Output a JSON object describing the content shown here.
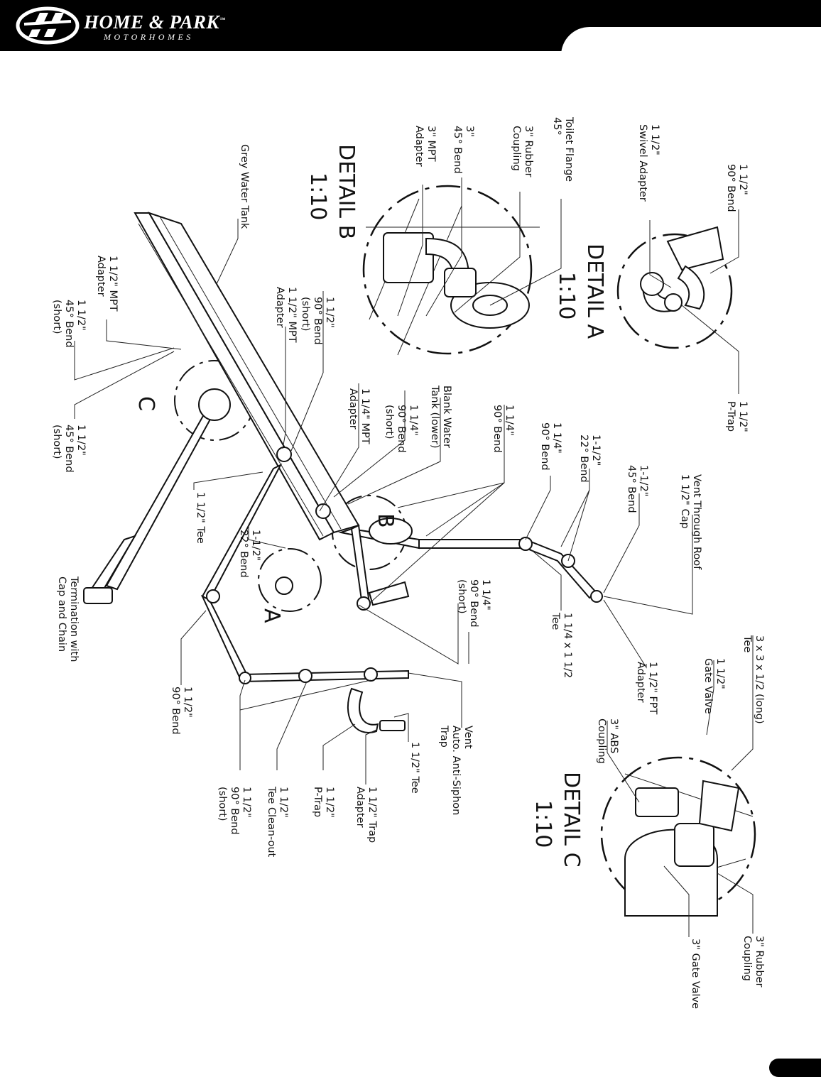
{
  "header": {
    "brand_title": "HOME & PARK",
    "brand_tm": "™",
    "brand_subtitle": "MOTORHOMES"
  },
  "details": {
    "a_title": "DETAIL A",
    "a_scale": "1:10",
    "b_title": "DETAIL B",
    "b_scale": "1:10",
    "c_title": "DETAIL C",
    "c_scale": "1:10",
    "marker_a": "A",
    "marker_b": "B",
    "marker_c": "C"
  },
  "labels": {
    "l01": [
      "1 1/2\"",
      "90° Bend"
    ],
    "l02": [
      "1 1/2\"",
      "Swivel Adapter"
    ],
    "l03": [
      "1 1/2\"",
      "P-Trap"
    ],
    "l04": [
      "Toilet Flange",
      "45°"
    ],
    "l05": [
      "3\" Rubber",
      "Coupling"
    ],
    "l06": [
      "3\"",
      "45° Bend"
    ],
    "l07": [
      "3\" MPT",
      "Adapter"
    ],
    "l08": [
      "Grey Water Tank"
    ],
    "l09": [
      "1 1/2\"",
      "90° Bend",
      "(short)"
    ],
    "l10": [
      "1 1/2\" MPT",
      "Adapter"
    ],
    "l11": [
      "1 1/2\" MPT",
      "Adapter"
    ],
    "l12": [
      "1 1/2\"",
      "45° Bend",
      "(short)"
    ],
    "l13": [
      "1 1/2\"",
      "45° Bend",
      "(short)"
    ],
    "l14": [
      "Blank Water",
      "Tank (lower)"
    ],
    "l15": [
      "1 1/4\"",
      "90° Bend",
      "(short)"
    ],
    "l16": [
      "1 1/4\" MPT",
      "Adapter"
    ],
    "l17": [
      "1 1/4\"",
      "90° Bend"
    ],
    "l18": [
      "1 1/4\"",
      "90° Bend"
    ],
    "l19": [
      "1-1/2\"",
      "22° Bend"
    ],
    "l20": [
      "1-1/2\"",
      "45° Bend"
    ],
    "l21": [
      "Vent Through Roof",
      "1 1/2\" Cap"
    ],
    "l22": [
      "1 1/2\" Tee"
    ],
    "l23": [
      "1-1/2\"",
      "22° Bend"
    ],
    "l24": [
      "Termination with",
      "Cap and Chain"
    ],
    "l25": [
      "1 1/4\"",
      "90° Bend",
      "(short)"
    ],
    "l26": [
      "1 1/4 x 1 1/2",
      "Tee"
    ],
    "l27": [
      "1 1/2\" FPT",
      "Adapter"
    ],
    "l28": [
      "1 1/2\"",
      "Gate Valve"
    ],
    "l29": [
      "3 x 3 x 1/2 (long)",
      "Tee"
    ],
    "l30": [
      "3\" ABS",
      "Coupling"
    ],
    "l31": [
      "1 1/2\"",
      "90° Bend"
    ],
    "l32": [
      "Vent",
      "Auto. Anti-Siphon",
      "Trap"
    ],
    "l33": [
      "1 1/2\" Tee"
    ],
    "l34": [
      "1 1/2\" Trap",
      "Adapter"
    ],
    "l35": [
      "1 1/2\"",
      "P-Trap"
    ],
    "l36": [
      "1 1/2\"",
      "Tee Clean-out"
    ],
    "l37": [
      "1 1/2\"",
      "90° Bend",
      "(short)"
    ],
    "l38": [
      "3\" Rubber",
      "Coupling"
    ],
    "l39": [
      "3\" Gate Valve"
    ]
  }
}
